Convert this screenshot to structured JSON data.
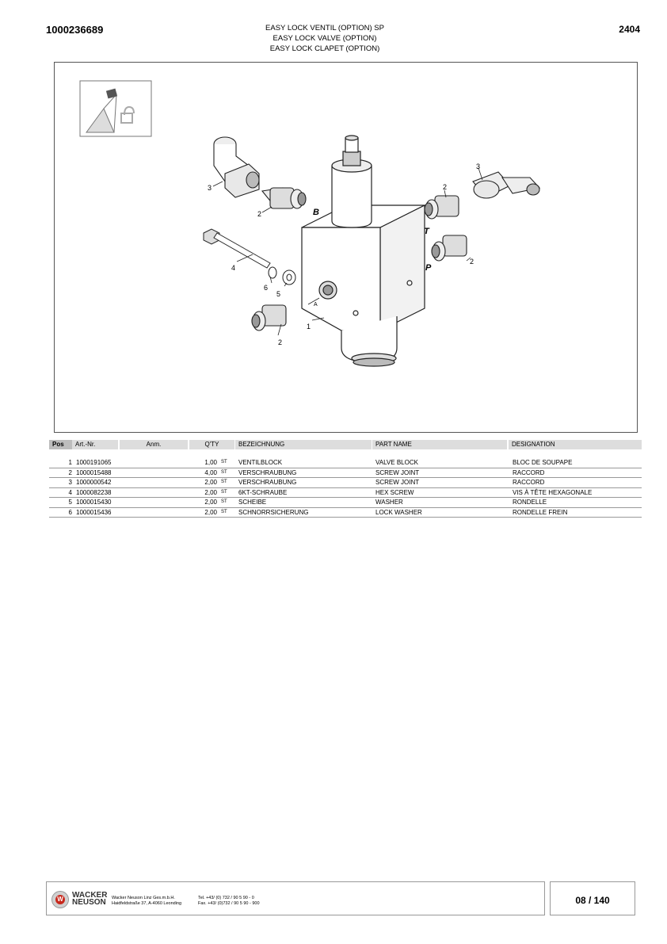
{
  "header": {
    "doc_number": "1000236689",
    "title_de": "EASY LOCK VENTIL (OPTION) SP",
    "title_en": "EASY LOCK VALVE (OPTION)",
    "title_fr": "EASY LOCK CLAPET (OPTION)",
    "page_id": "2404"
  },
  "diagram": {
    "callouts": [
      "1",
      "2",
      "2",
      "2",
      "2",
      "3",
      "3",
      "4",
      "5",
      "6"
    ],
    "port_labels": [
      "B",
      "T",
      "P",
      "A"
    ]
  },
  "table": {
    "headers": {
      "pos": "Pos",
      "art": "Art.-Nr.",
      "anm": "Anm.",
      "qty": "Q'TY",
      "bez": "BEZEICHNUNG",
      "part": "PART NAME",
      "des": "DESIGNATION"
    },
    "rows": [
      {
        "pos": "1",
        "art": "1000191065",
        "qty": "1,00",
        "unit": "ST",
        "bez": "VENTILBLOCK",
        "part": "VALVE BLOCK",
        "des": "BLOC DE SOUPAPE"
      },
      {
        "pos": "2",
        "art": "1000015488",
        "qty": "4,00",
        "unit": "ST",
        "bez": "VERSCHRAUBUNG",
        "part": "SCREW JOINT",
        "des": "RACCORD"
      },
      {
        "pos": "3",
        "art": "1000000542",
        "qty": "2,00",
        "unit": "ST",
        "bez": "VERSCHRAUBUNG",
        "part": "SCREW JOINT",
        "des": "RACCORD"
      },
      {
        "pos": "4",
        "art": "1000082238",
        "qty": "2,00",
        "unit": "ST",
        "bez": "6KT-SCHRAUBE",
        "part": "HEX SCREW",
        "des": "VIS À TÊTE HEXAGONALE"
      },
      {
        "pos": "5",
        "art": "1000015430",
        "qty": "2,00",
        "unit": "ST",
        "bez": "SCHEIBE",
        "part": "WASHER",
        "des": "RONDELLE"
      },
      {
        "pos": "6",
        "art": "1000015436",
        "qty": "2,00",
        "unit": "ST",
        "bez": "SCHNORRSICHERUNG",
        "part": "LOCK WASHER",
        "des": "RONDELLE FREIN"
      }
    ]
  },
  "footer": {
    "brand_line1": "WACKER",
    "brand_line2": "NEUSON",
    "company_line1": "Wacker Neuson Linz Ges.m.b.H.",
    "company_line2": "Haidfeldstraße 37, A-4060 Leonding",
    "tel": "Tel. +43/ (0) 732 / 90 5 90 - 0",
    "fax": "Fax. +43/ (0)732 / 90 5 90 - 900",
    "page_number": "08 / 140"
  }
}
